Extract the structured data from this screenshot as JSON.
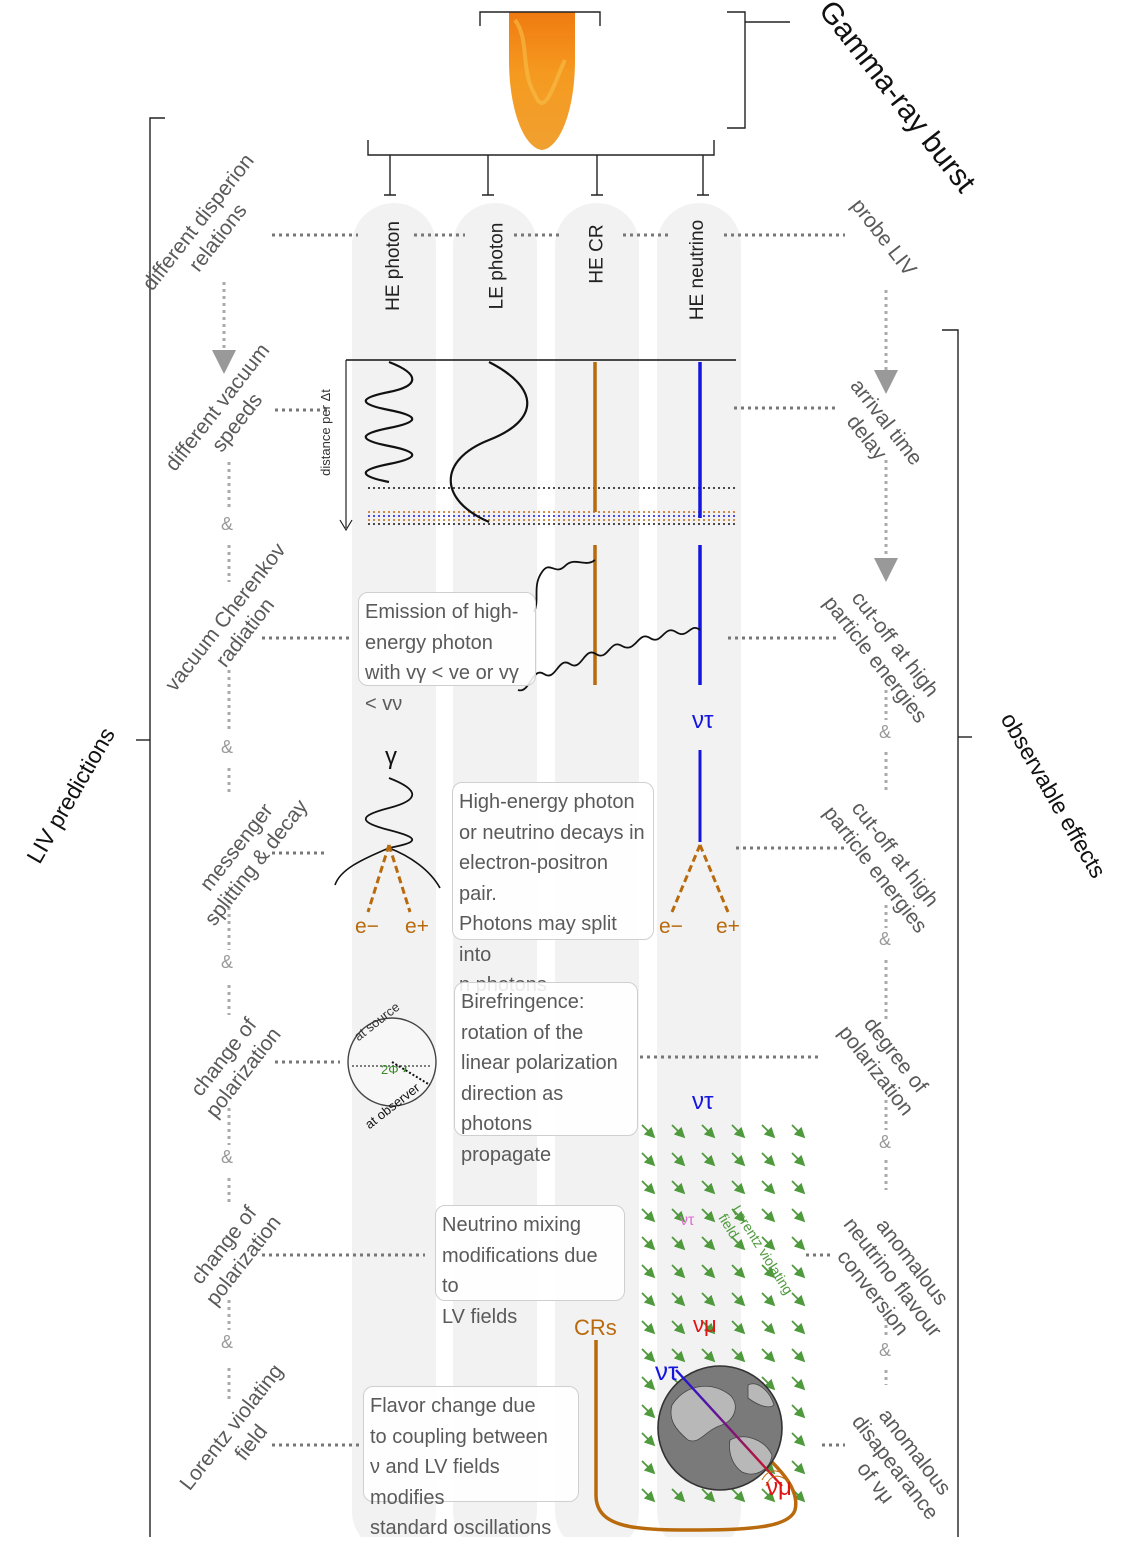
{
  "title": "Gamma-ray burst",
  "left_bracket_label": "LIV predictions",
  "right_bracket_label": "observable effects",
  "columns": [
    "HE photon",
    "LE photon",
    "HE CR",
    "HE neutrino"
  ],
  "left_labels": {
    "l1": "different disperion\nrelations",
    "l2": "different vacuum\nspeeds",
    "l3": "vacuum Cherenkov\nradiation",
    "l4": "messenger\nsplitting & decay",
    "l5": "change of\npolarization",
    "l6": "change of\npolarization",
    "l7": "Lorentz violating\nfield"
  },
  "right_labels": {
    "r1": "probe LIV",
    "r2": "arrival time\ndelay",
    "r3": "cut-off at high\nparticle energies",
    "r4": "cut-off at high\nparticle energies",
    "r5": "degree of\npolarization",
    "r6": "anomalous\nneutrino flavour\nconversion",
    "r7": "anomalous\ndisapearance\nof νμ"
  },
  "ampersand": "&",
  "boxes": {
    "cherenkov": "Emission of high-\nenergy photon\nwith vγ < ve or vγ < vν",
    "decay": "High-energy photon\n or neutrino decays in\nelectron-positron pair.\nPhotons may split into\nn photons",
    "birefringence": "Birefringence:\nrotation of the\nlinear polarization\ndirection as photons\npropagate",
    "mixing": "Neutrino mixing\nmodifications due to\nLV fields",
    "flavor": "Flavor change due\nto coupling between\nν and LV fields modifies\nstandard oscillations"
  },
  "annotations": {
    "distance": "distance per Δt",
    "gamma": "γ",
    "e_minus": "e−",
    "e_plus": "e+",
    "nu_tau": "ντ",
    "nu_mu": "νμ",
    "at_source": "at source",
    "at_observer": "at observer",
    "two_phi": "2Φ",
    "lv_field": "Lorentz violating\nfield",
    "crs": "CRs"
  },
  "colors": {
    "column_bg": "#f2f2f2",
    "text": "#5a5a5a",
    "cr": "#b86a0c",
    "neutrino": "#1515e0",
    "nu_mu": "#e01515",
    "pink": "#e070d0",
    "field_arrow": "#4e9a3c",
    "earth": "#6e6e6e",
    "flame": "#f28a10"
  }
}
